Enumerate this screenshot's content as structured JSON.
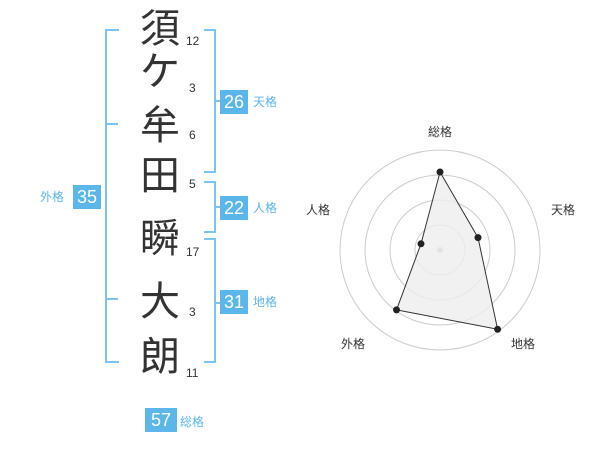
{
  "name": {
    "characters": [
      {
        "char": "須",
        "strokes": "12"
      },
      {
        "char": "ケ",
        "strokes": "3"
      },
      {
        "char": "牟",
        "strokes": "6"
      },
      {
        "char": "田",
        "strokes": "5"
      },
      {
        "char": "瞬",
        "strokes": "17"
      },
      {
        "char": "大",
        "strokes": "3"
      },
      {
        "char": "朗",
        "strokes": "11"
      }
    ]
  },
  "kaku": {
    "tenkaku": {
      "value": "26",
      "label": "天格"
    },
    "jinkaku": {
      "value": "22",
      "label": "人格"
    },
    "chikaku": {
      "value": "31",
      "label": "地格"
    },
    "gaikaku": {
      "value": "35",
      "label": "外格"
    },
    "soukaku": {
      "value": "57",
      "label": "総格"
    }
  },
  "chart_data": {
    "type": "radar",
    "axes": [
      "総格",
      "天格",
      "地格",
      "外格",
      "人格"
    ],
    "values": [
      0.78,
      0.4,
      0.98,
      0.74,
      0.2
    ],
    "ylim": [
      0,
      1
    ],
    "grid": true,
    "rings": 4,
    "colors": {
      "fill": "#eeeeee",
      "stroke": "#333333",
      "grid": "#cccccc",
      "center": "#bbbbbb"
    }
  }
}
